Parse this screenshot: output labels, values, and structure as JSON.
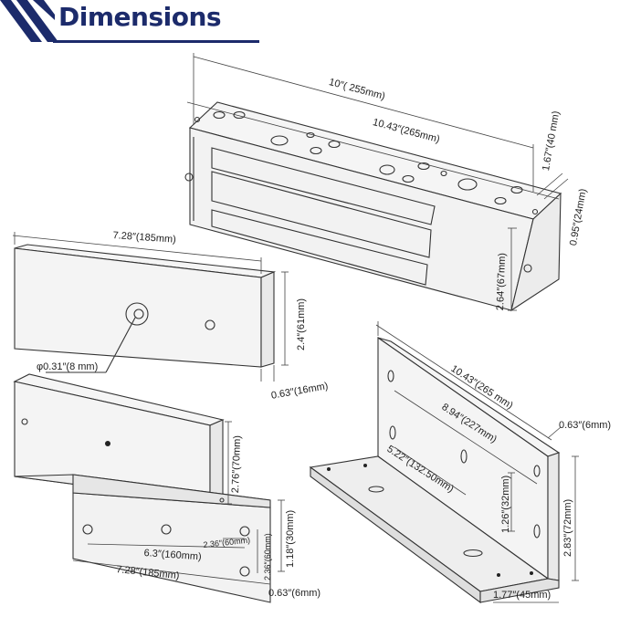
{
  "header": {
    "title": "Dimensions"
  },
  "magnet": {
    "length": "10″( 255mm)",
    "length_total": "10.43″(265mm)",
    "depth": "1.67″(40 mm)",
    "depth_inner": "0.95″(24mm)",
    "height": "2.64″(67mm)"
  },
  "armature_plate": {
    "length": "7.28″(185mm)",
    "height": "2.4″(61mm)",
    "thickness": "0.63″(16mm)",
    "hole": "φ0.31″(8 mm)"
  },
  "zl_bracket": {
    "height_upper": "2.76″(70mm)",
    "offset": "2.36″(60mm)",
    "offset_vertical": "2.36″(60mm)",
    "step": "1.18″(30mm)",
    "hole_spacing": "6.3″(160mm)",
    "length": "7.28″(185mm)",
    "thickness": "0.63″(6mm)"
  },
  "l_bracket": {
    "length": "10.43″(265 mm)",
    "hole_span": "8.94″(227mm)",
    "hole_offset": "5.22″(132.50mm)",
    "thickness": "0.63″(6mm)",
    "hole_gap": "1.26″(32mm)",
    "height": "2.83″(72mm)",
    "width": "1.77″(45mm)"
  }
}
